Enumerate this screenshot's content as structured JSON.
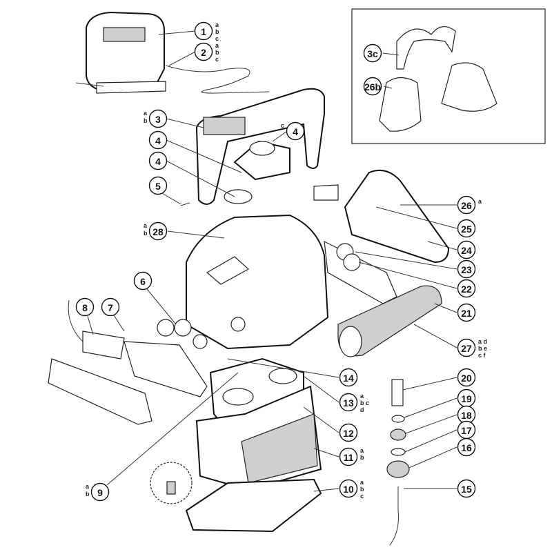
{
  "inset_callouts": [
    {
      "label": "3c"
    },
    {
      "label": "26b"
    }
  ],
  "callouts": [
    {
      "label": "1",
      "variants": [
        "a",
        "b",
        "c"
      ]
    },
    {
      "label": "2",
      "variants": [
        "a",
        "b",
        "c"
      ]
    },
    {
      "label": "3",
      "variants": [
        "a",
        "b"
      ]
    },
    {
      "label": "4",
      "variants": [
        "c"
      ]
    },
    {
      "label": "4",
      "variants": []
    },
    {
      "label": "4",
      "variants": []
    },
    {
      "label": "5",
      "variants": []
    },
    {
      "label": "28",
      "variants": [
        "a",
        "b"
      ]
    },
    {
      "label": "6",
      "variants": []
    },
    {
      "label": "7",
      "variants": []
    },
    {
      "label": "8",
      "variants": []
    },
    {
      "label": "26",
      "variants": [
        "a"
      ]
    },
    {
      "label": "25",
      "variants": []
    },
    {
      "label": "24",
      "variants": []
    },
    {
      "label": "23",
      "variants": []
    },
    {
      "label": "22",
      "variants": []
    },
    {
      "label": "21",
      "variants": []
    },
    {
      "label": "27",
      "variants": [
        "a d",
        "b e",
        "c f"
      ]
    },
    {
      "label": "14",
      "variants": []
    },
    {
      "label": "13",
      "variants": [
        "a",
        "b c",
        "d"
      ]
    },
    {
      "label": "12",
      "variants": []
    },
    {
      "label": "11",
      "variants": [
        "a",
        "b"
      ]
    },
    {
      "label": "10",
      "variants": [
        "a",
        "b",
        "c"
      ]
    },
    {
      "label": "9",
      "variants": [
        "a",
        "b"
      ]
    },
    {
      "label": "20",
      "variants": []
    },
    {
      "label": "19",
      "variants": []
    },
    {
      "label": "18",
      "variants": []
    },
    {
      "label": "17",
      "variants": []
    },
    {
      "label": "16",
      "variants": []
    },
    {
      "label": "15",
      "variants": []
    }
  ]
}
